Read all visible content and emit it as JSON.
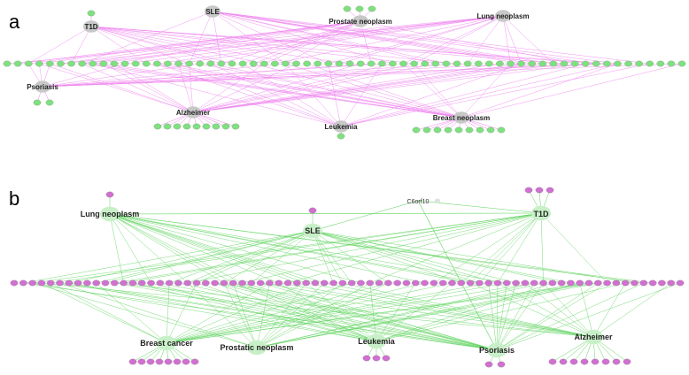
{
  "panels": [
    {
      "label": "a",
      "edge_color": "#ee82ee",
      "hub_color": "#c8c8c8",
      "node_color": "#7fe07f",
      "hubs": [
        "T1D",
        "SLE",
        "Prostate neoplasm",
        "Lung neoplasm",
        "Psoriasis",
        "Alzheimer",
        "Leukemia",
        "Breast neoplasm"
      ]
    },
    {
      "label": "b",
      "edge_color": "#5fd35f",
      "hub_color": "#c8f0c8",
      "node_color": "#d070d0",
      "hubs": [
        "Lung neoplasm",
        "SLE",
        "T1D",
        "Breast cancer",
        "Prostatic neoplasm",
        "Leukemia",
        "Psoriasis",
        "Alzheimer"
      ],
      "extra_node": "C6orf10"
    }
  ]
}
